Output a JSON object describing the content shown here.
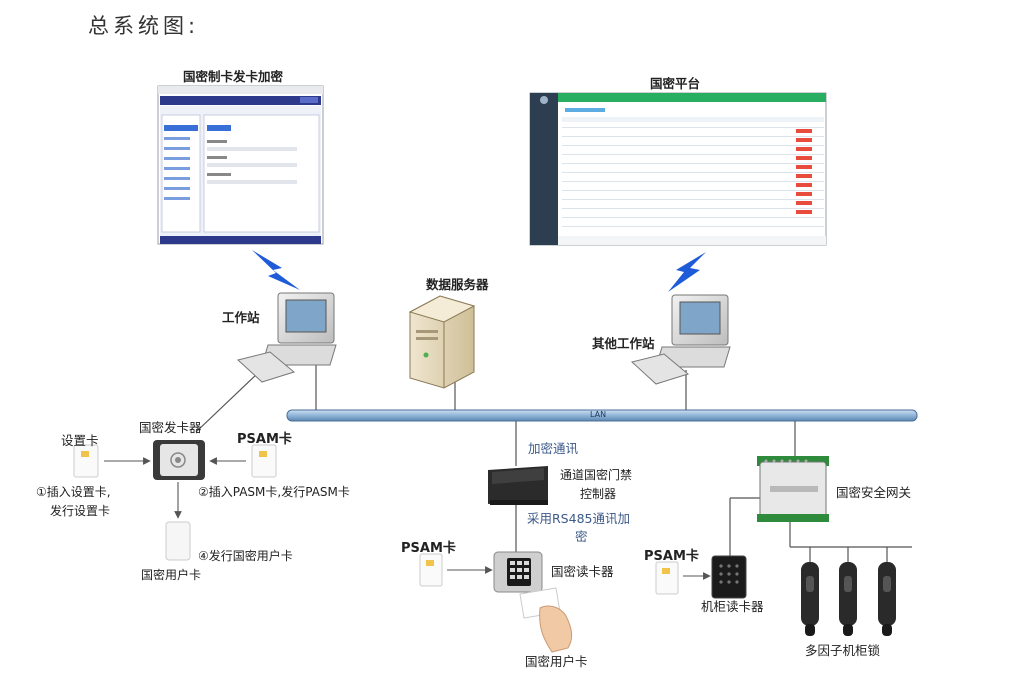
{
  "title": "总系统图:",
  "top": {
    "card_system_label": "国密制卡发卡加密",
    "platform_label": "国密平台"
  },
  "network": {
    "data_server": "数据服务器",
    "workstation": "工作站",
    "other_workstation": "其他工作站",
    "lan": "LAN"
  },
  "left": {
    "issuer": "国密发卡器",
    "setup_card": "设置卡",
    "psam": "PSAM卡",
    "step1_line1": "①插入设置卡,",
    "step1_line2": "发行设置卡",
    "step2": "②插入PASM卡,发行PASM卡",
    "step4": "④发行国密用户卡",
    "user_card": "国密用户卡"
  },
  "middle": {
    "encrypted_comm": "加密通讯",
    "controller_line1": "通道国密门禁",
    "controller_line2": "控制器",
    "rs485_line1": "采用RS485通讯加",
    "rs485_line2": "密",
    "psam": "PSAM卡",
    "reader": "国密读卡器",
    "user_card": "国密用户卡"
  },
  "right": {
    "gateway": "国密安全网关",
    "psam": "PSAM卡",
    "cabinet_reader": "机柜读卡器",
    "locks": "多因子机柜锁"
  },
  "colors": {
    "lan_bar": "#8fb4d8",
    "lan_border": "#4a6f98",
    "lightning": "#1e5bd8",
    "platform_sidebar": "#2c3e50",
    "platform_header": "#27ae60",
    "card_ui_header": "#2d3a8c"
  }
}
